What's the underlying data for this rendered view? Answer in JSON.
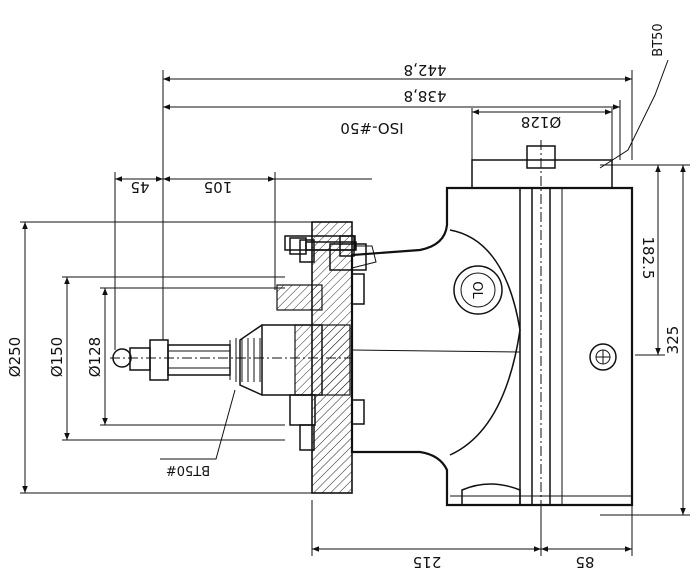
{
  "dimensions": {
    "d_442_8": "442,8",
    "d_438_8": "438,8",
    "d_128_top": "Ø128",
    "d_45": "45",
    "d_105": "105",
    "d_250": "Ø250",
    "d_150": "Ø150",
    "d_128_left": "Ø128",
    "d_182_5": "182.5",
    "d_325": "325",
    "d_215": "215",
    "d_85": "85"
  },
  "labels": {
    "iso": "ISO-#50",
    "bt150": "BT50#",
    "bt50": "BT50",
    "ol": "OL"
  }
}
